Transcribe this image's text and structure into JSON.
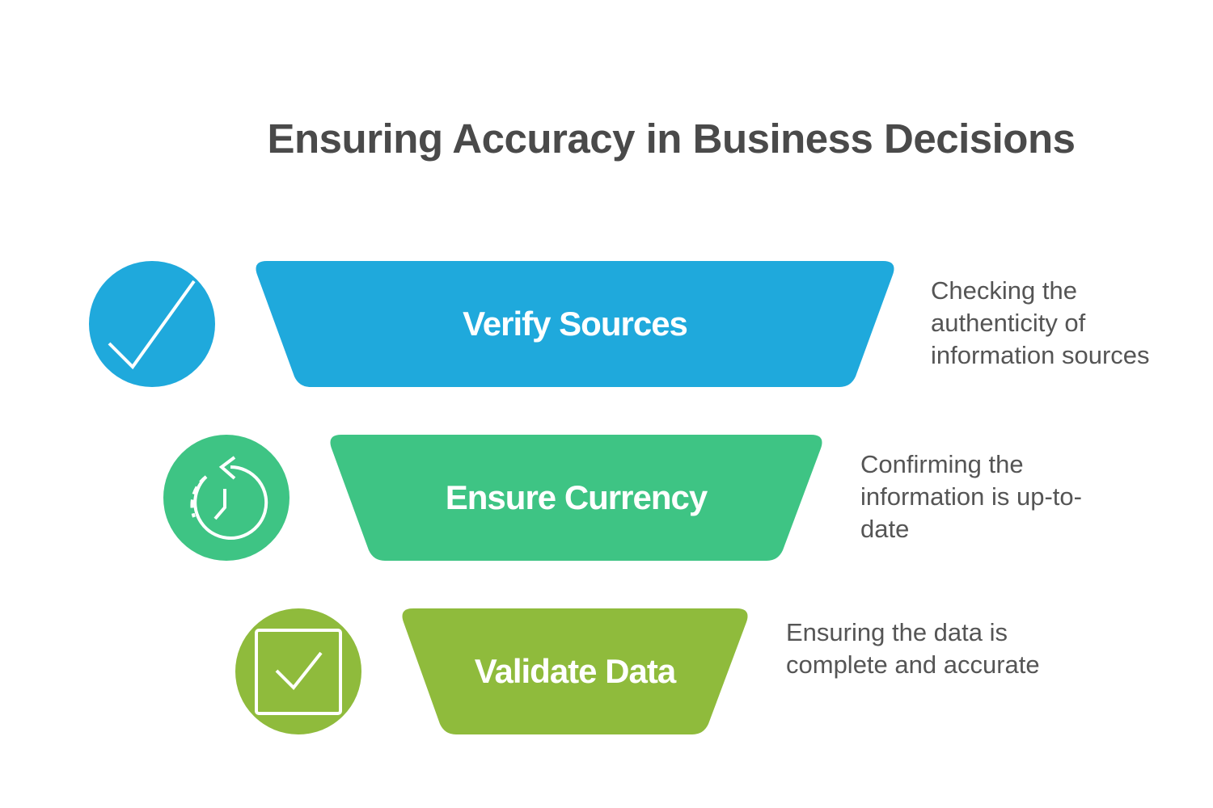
{
  "title": "Ensuring Accuracy in Business Decisions",
  "steps": [
    {
      "label": "Verify Sources",
      "description": "Checking the authenticity of information sources",
      "desc_lines": [
        "Checking the",
        "authenticity of",
        "information sources"
      ],
      "color": "#1FA9DC",
      "icon": "checkmark-icon"
    },
    {
      "label": "Ensure Currency",
      "description": "Confirming the information is up-to-date",
      "desc_lines": [
        "Confirming the",
        "information is up-to-",
        "date"
      ],
      "color": "#3EC484",
      "icon": "clock-refresh-icon"
    },
    {
      "label": "Validate Data",
      "description": "Ensuring the data is complete and accurate",
      "desc_lines": [
        "Ensuring the data is",
        "complete and accurate"
      ],
      "color": "#8FBB3C",
      "icon": "checkbox-icon"
    }
  ]
}
